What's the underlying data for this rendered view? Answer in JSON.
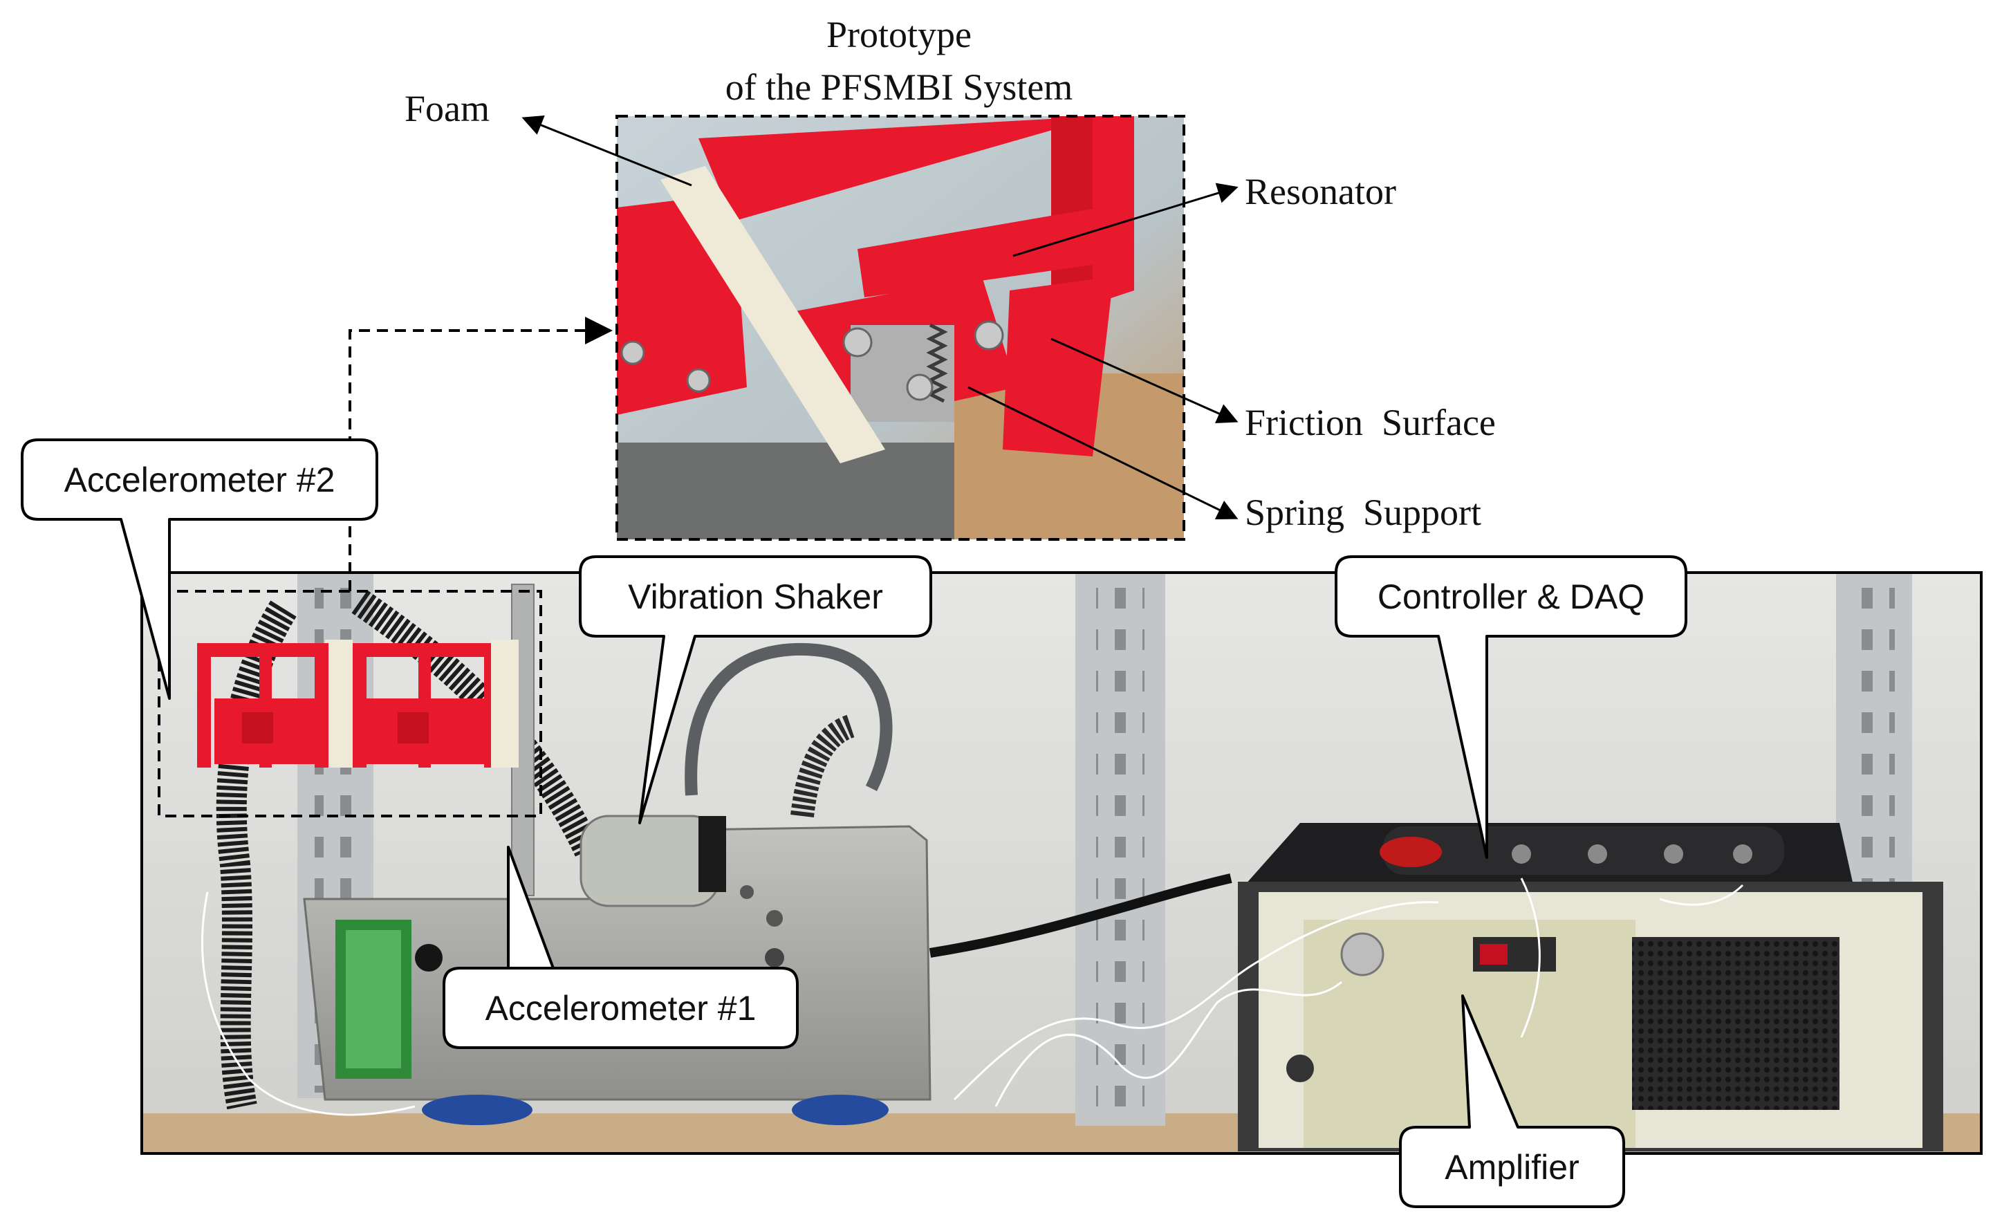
{
  "title": {
    "line1": "Prototype",
    "line2": "of the PFSMBI System"
  },
  "inset_labels": {
    "foam": "Foam",
    "resonator": "Resonator",
    "friction_surface": "Friction  Surface",
    "spring_support": "Spring  Support"
  },
  "callouts": {
    "accelerometer_2": "Accelerometer #2",
    "vibration_shaker": "Vibration Shaker",
    "controller_daq": "Controller & DAQ",
    "accelerometer_1": "Accelerometer #1",
    "amplifier": "Amplifier"
  },
  "colors": {
    "prototype_red": "#e8192c",
    "foam_cream": "#efe9d8",
    "wall": "#d9d9d6",
    "shelf_rack": "#b9bcbf",
    "shaker_metal": "#a9a9a6",
    "amplifier_panel": "#e7e6d6",
    "controller_black": "#1e1e20"
  }
}
